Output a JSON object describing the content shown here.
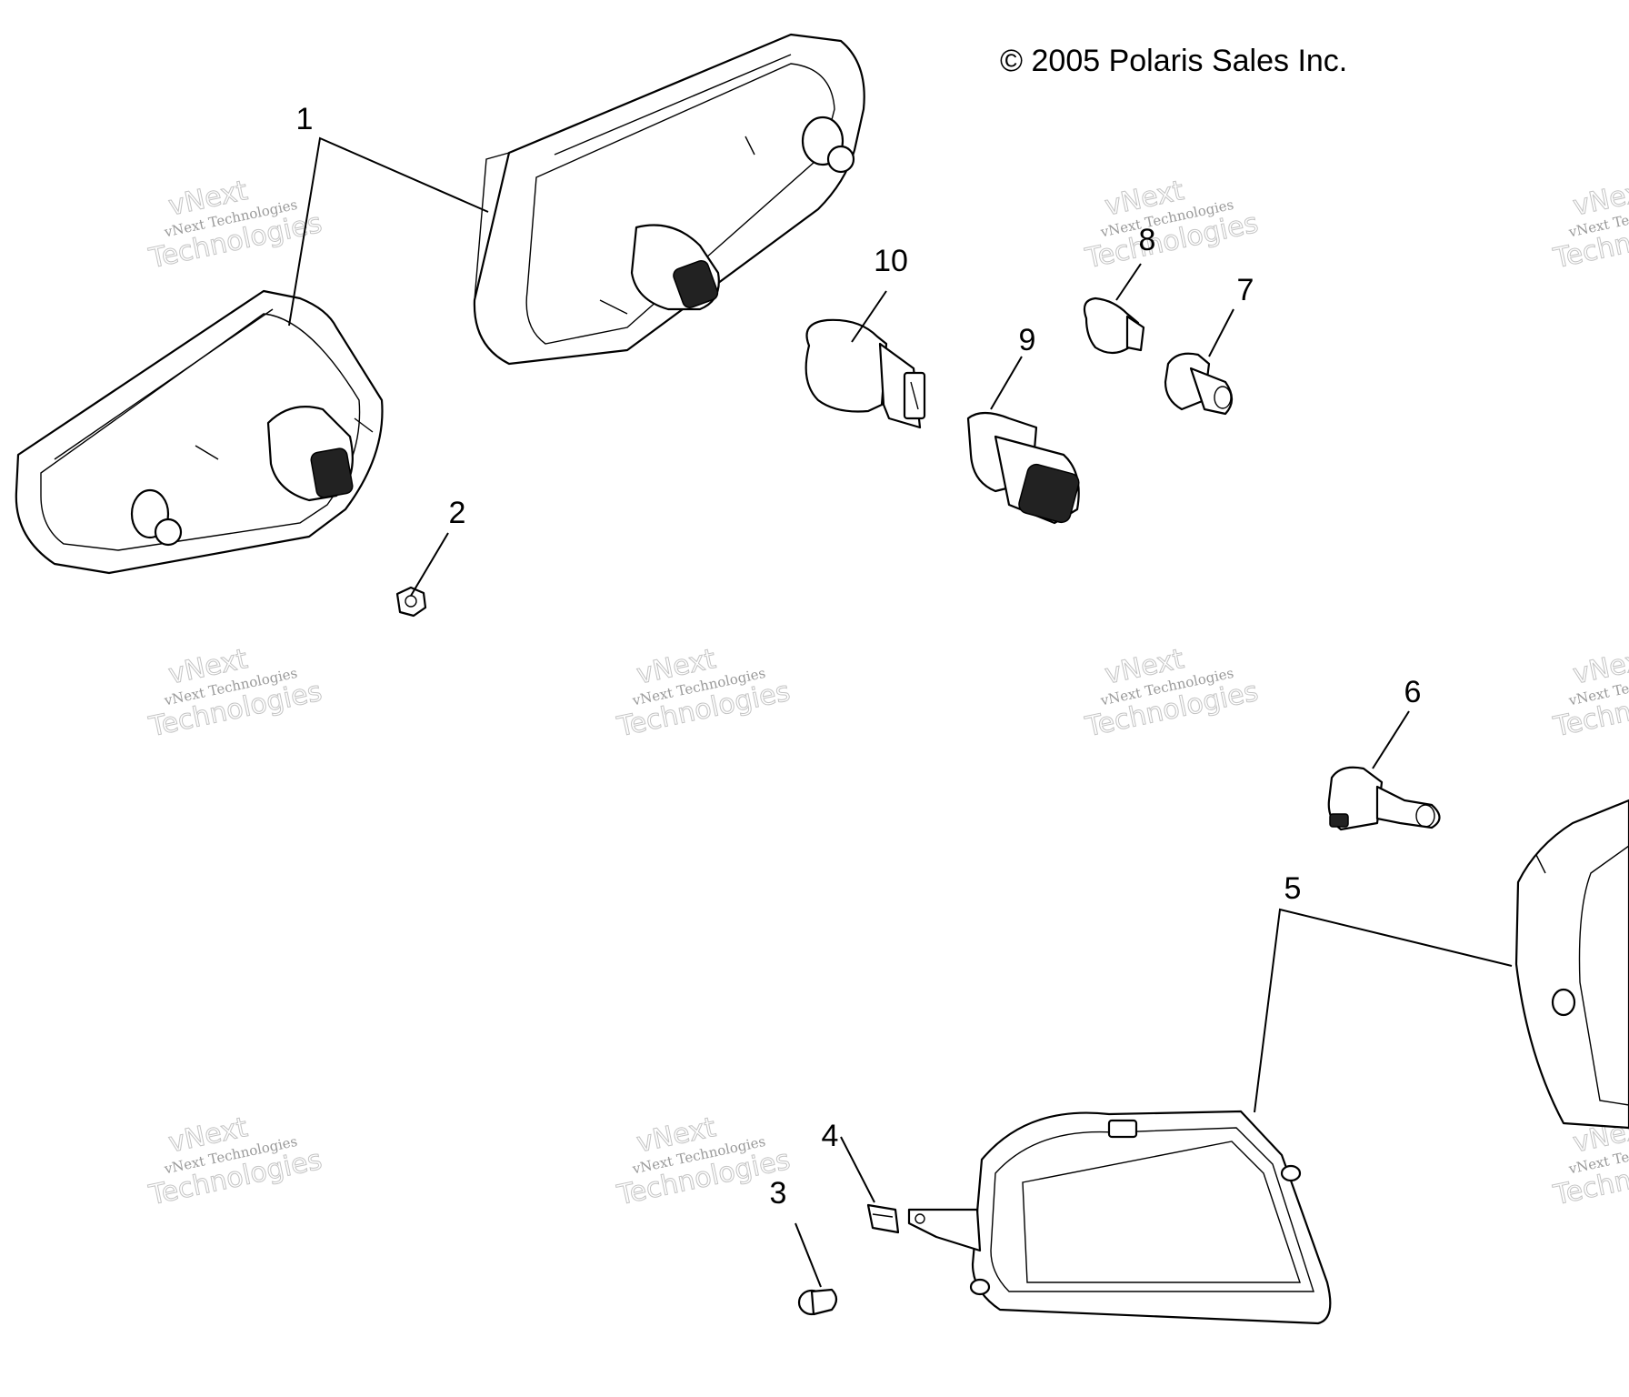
{
  "copyright": "© 2005 Polaris Sales Inc.",
  "callouts": [
    "1",
    "2",
    "3",
    "4",
    "5",
    "6",
    "7",
    "8",
    "9",
    "10"
  ],
  "watermark": {
    "line_top": "vNext",
    "line_middle": "vNext Technologies",
    "line_bottom": "Technologies"
  }
}
